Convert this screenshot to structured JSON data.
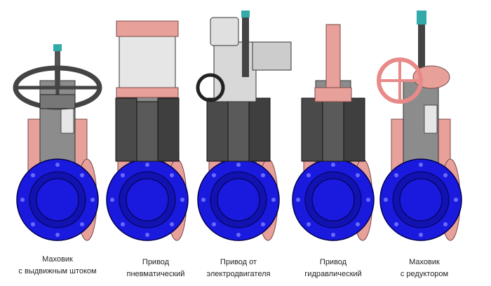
{
  "items": [
    {
      "line1": "Маховик",
      "line2": "с выдвижным штоком"
    },
    {
      "line1": "Привод",
      "line2": "пневматический"
    },
    {
      "line1": "Привод от",
      "line2": "электродвигателя"
    },
    {
      "line1": "Привод",
      "line2": "гидравлический"
    },
    {
      "line1": "Маховик",
      "line2": "с редуктором"
    }
  ],
  "colors": {
    "flange": "#1a1adf",
    "body": "#e8a09a",
    "gate": "#8c8c8c",
    "housing": "#4a4a4a",
    "wheel": "#e88a88"
  }
}
